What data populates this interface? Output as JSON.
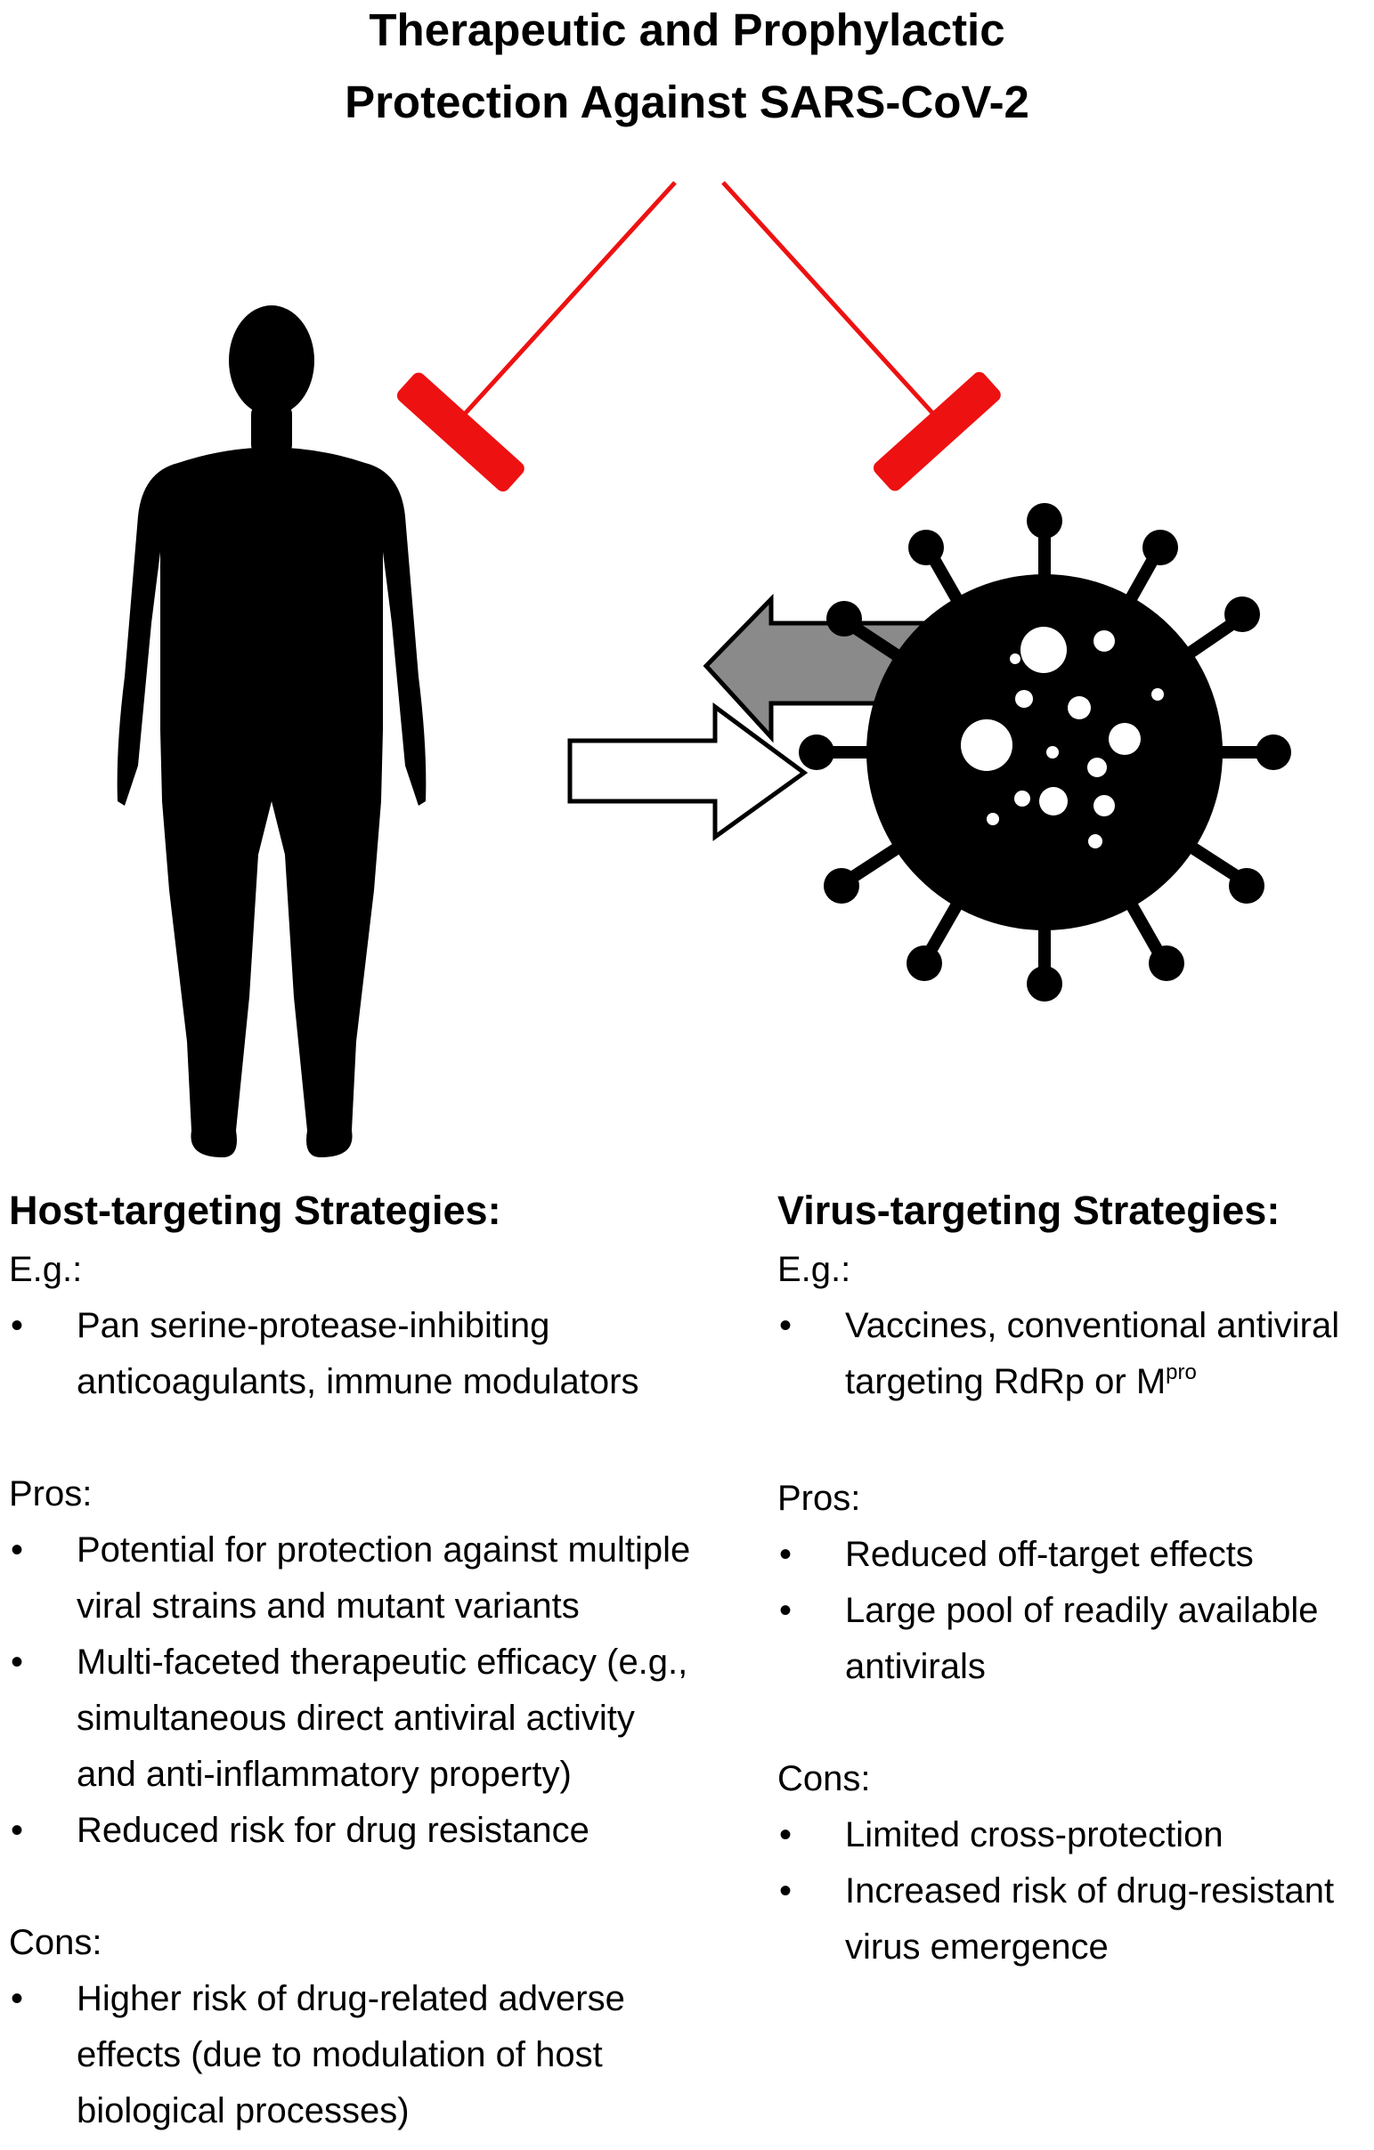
{
  "title": {
    "line1": "Therapeutic and Prophylactic",
    "line2": "Protection Against SARS-CoV-2"
  },
  "colors": {
    "inhibition": "#ee1111",
    "silhouette": "#000000",
    "arrow_fill_gray": "#8a8a8a",
    "arrow_fill_white": "#ffffff"
  },
  "icons": [
    "human-silhouette-icon",
    "virus-icon",
    "left-arrow-icon",
    "right-arrow-icon",
    "inhibition-icon"
  ],
  "host": {
    "heading": "Host-targeting Strategies:",
    "eg_label": "E.g.:",
    "eg_lines": [
      [
        "Pan serine-protease-inhibiting",
        "anticoagulants, immune modulators"
      ]
    ],
    "pros_label": "Pros:",
    "pros": [
      [
        "Potential for protection against multiple",
        "viral strains and mutant variants"
      ],
      [
        "Multi-faceted therapeutic efficacy (e.g.,",
        "simultaneous direct antiviral activity",
        "and anti-inflammatory property)"
      ],
      [
        "Reduced risk for drug resistance"
      ]
    ],
    "cons_label": "Cons:",
    "cons": [
      [
        "Higher risk of drug-related adverse",
        "effects (due to modulation of host",
        "biological processes)"
      ]
    ]
  },
  "virus": {
    "heading": "Virus-targeting Strategies:",
    "eg_label": "E.g.:",
    "eg_line1": "Vaccines, conventional antiviral",
    "eg_line2_prefix": "targeting RdRp or M",
    "eg_line2_sup": "pro",
    "pros_label": "Pros:",
    "pros": [
      [
        "Reduced off-target effects"
      ],
      [
        "Large pool of readily available",
        "antivirals"
      ]
    ],
    "cons_label": "Cons:",
    "cons": [
      [
        "Limited cross-protection"
      ],
      [
        "Increased risk of drug-resistant",
        "virus emergence"
      ]
    ]
  },
  "bullet": "•"
}
